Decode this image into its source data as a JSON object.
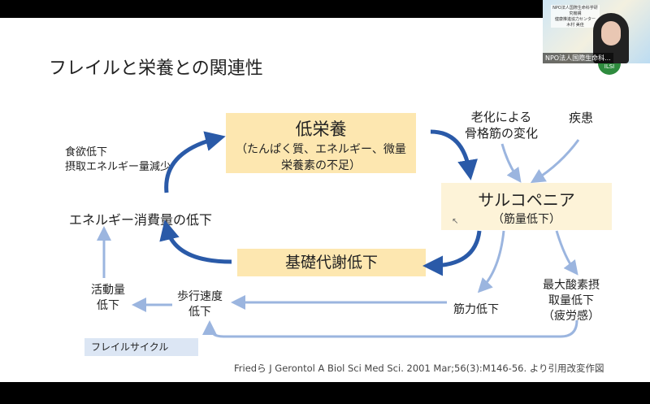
{
  "slide": {
    "title": "フレイルと栄養との関連性",
    "malnutrition": {
      "title": "低栄養",
      "line1": "（たんぱく質、エネルギー、微量",
      "line2": "栄養素の不足）"
    },
    "aging": {
      "line1": "老化による",
      "line2": "骨格筋の変化"
    },
    "disease": "疾患",
    "sarcopenia": {
      "title": "サルコペニア",
      "sub": "（筋量低下）"
    },
    "appetite": {
      "line1": "食欲低下",
      "line2": "摂取エネルギー量減少"
    },
    "energy_expenditure": "エネルギー消費量の低下",
    "basal_metabolism": "基礎代謝低下",
    "activity": {
      "line1": "活動量",
      "line2": "低下"
    },
    "walking": {
      "line1": "歩行速度",
      "line2": "低下"
    },
    "strength": "筋力低下",
    "vo2": {
      "line1": "最大酸素摂",
      "line2": "取量低下",
      "line3": "（疲労感）"
    },
    "frailty_cycle": "フレイルサイクル",
    "citation": "Friedら J Gerontol A Biol Sci Med Sci. 2001 Mar;56(3):M146-56. より引用改変作図"
  },
  "video": {
    "name_label": "NPO法人国際生命科...",
    "banner_line1": "NPO法人国際生命科学研究機構",
    "banner_line2": "健康推進協力センター",
    "banner_name": "木村 美佳",
    "logo": "ILSI"
  }
}
